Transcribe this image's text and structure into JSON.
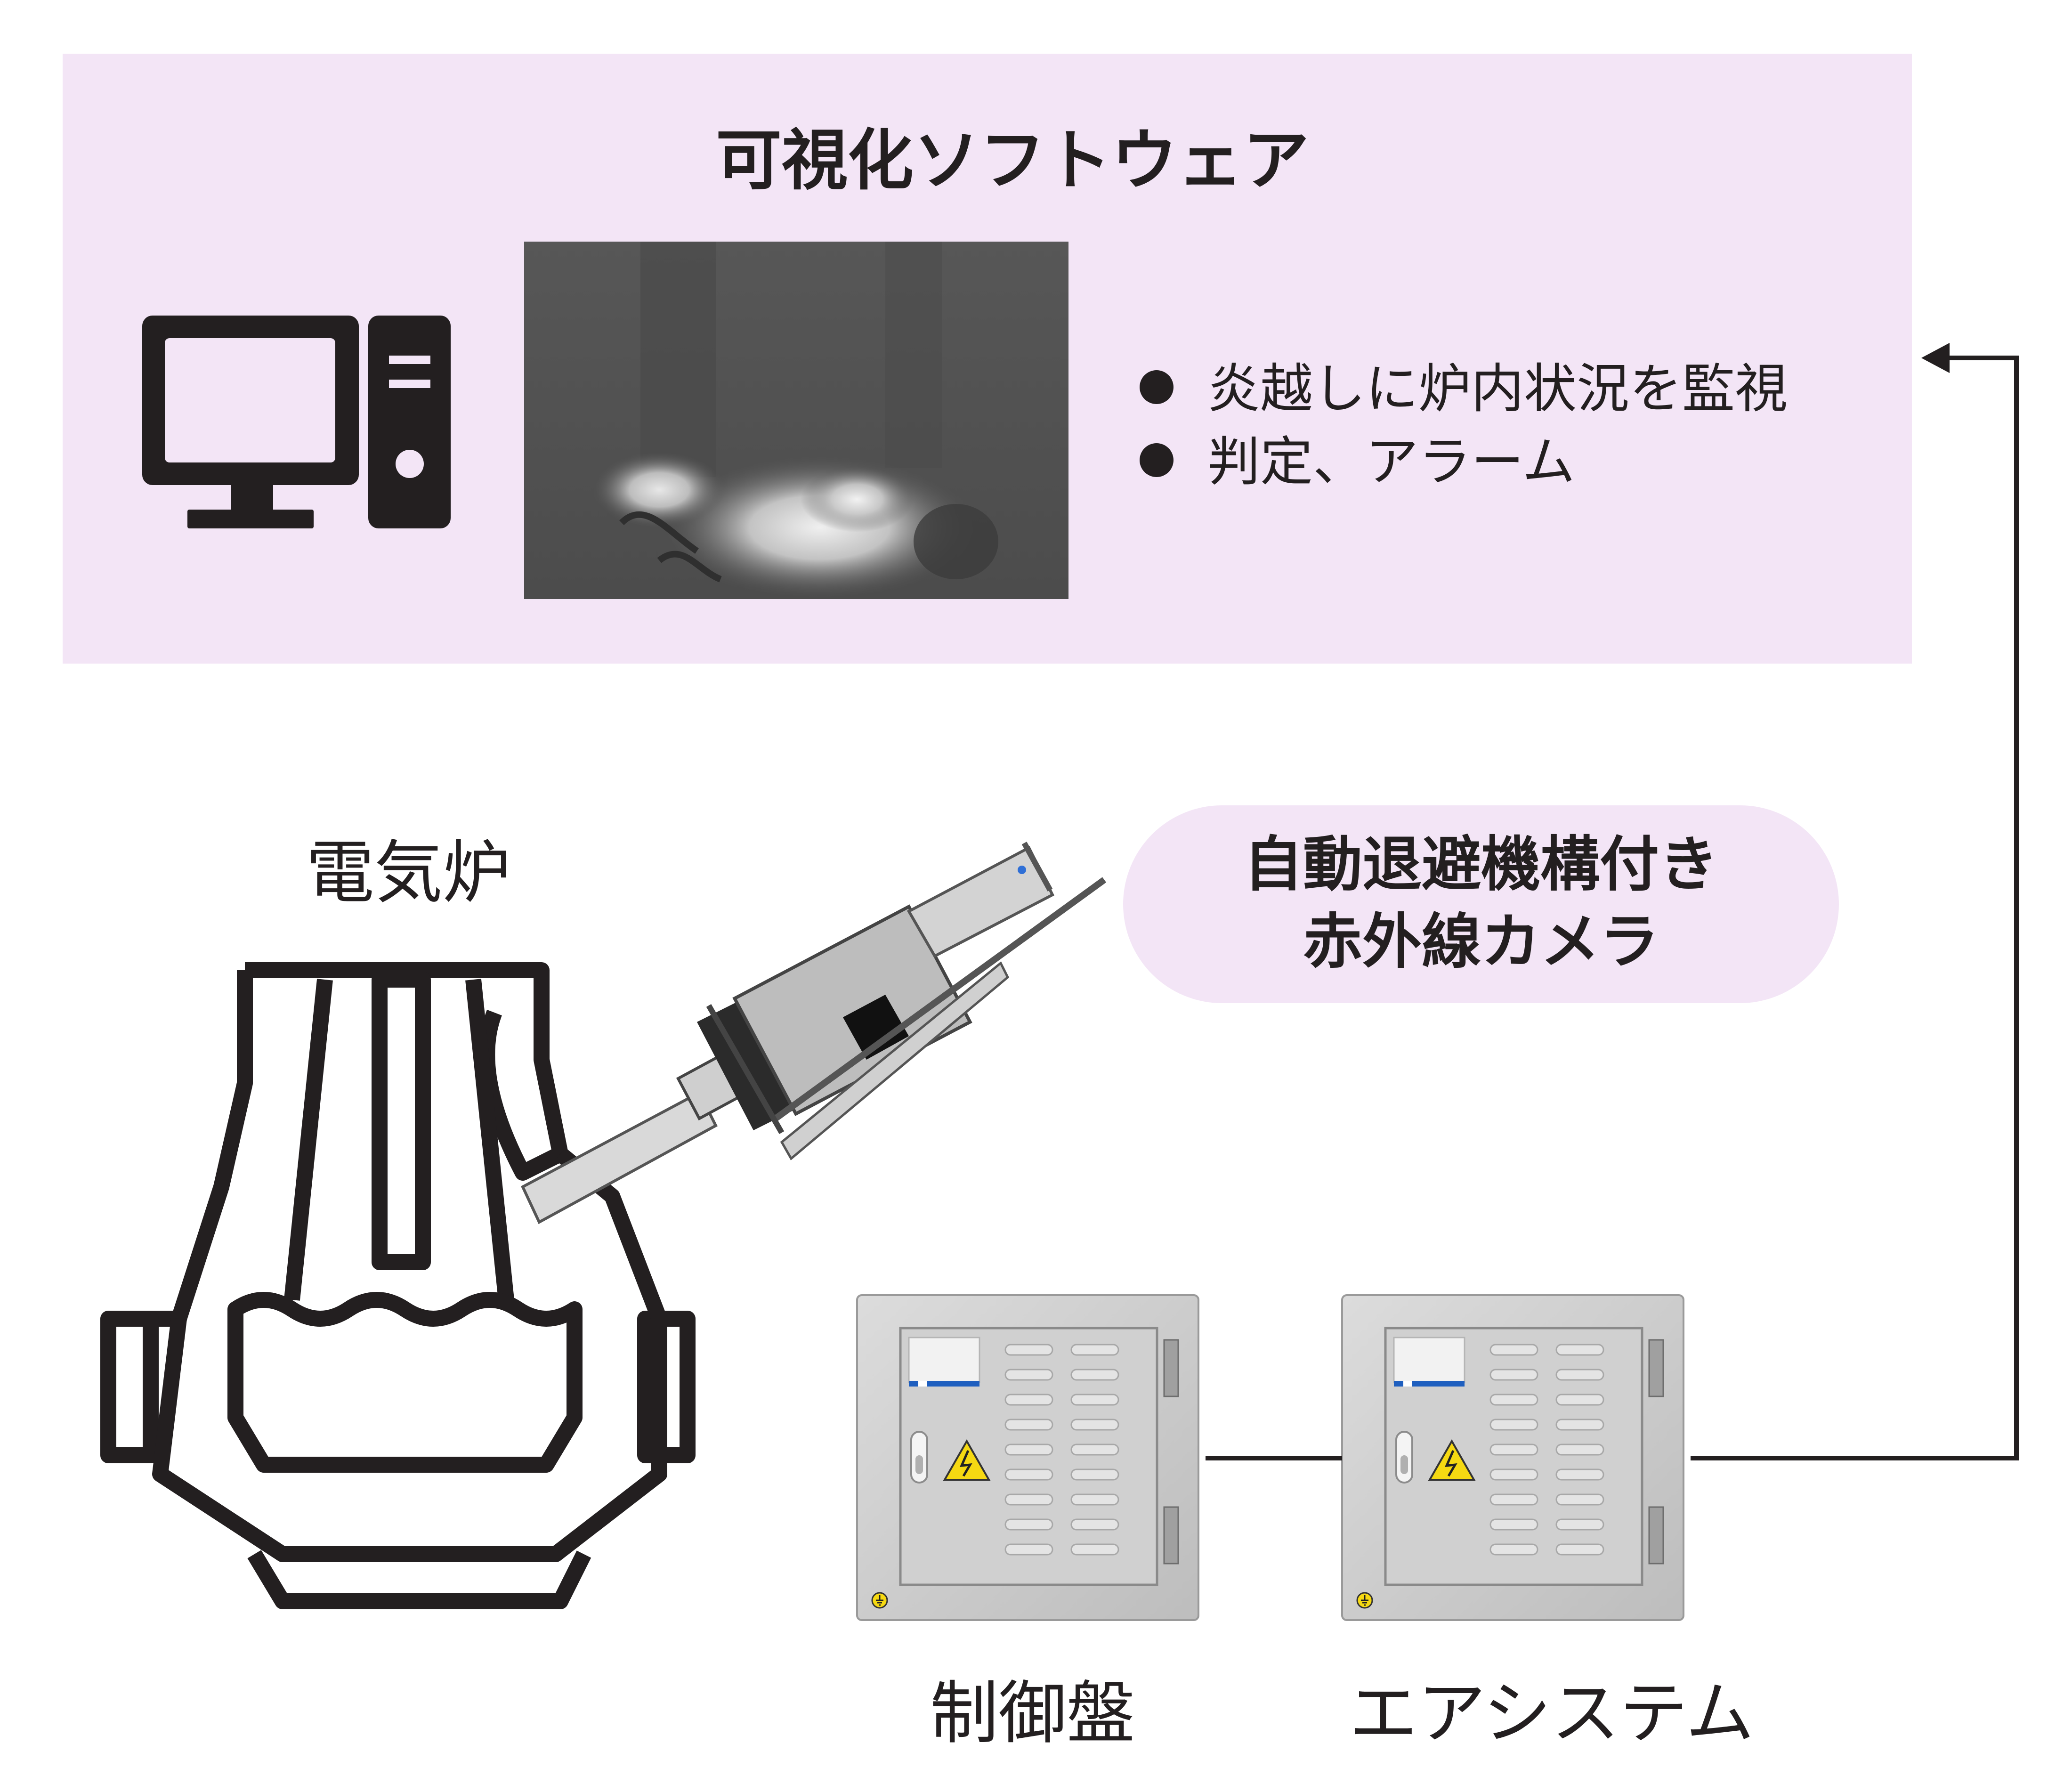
{
  "software": {
    "title": "可視化ソフトウェア",
    "bullets": [
      "炎越しに炉内状況を監視",
      "判定、アラーム"
    ]
  },
  "furnace": {
    "label": "電気炉"
  },
  "camera": {
    "line1": "自動退避機構付き",
    "line2": "赤外線カメラ"
  },
  "control_panel": {
    "label": "制御盤"
  },
  "air_system": {
    "label": "エアシステム"
  },
  "colors": {
    "panel_bg": "#f3e5f6",
    "ink": "#231f20",
    "cabinet": "#d2d2d2",
    "ir_image": "#555555"
  },
  "icons": [
    "desktop-computer-icon",
    "electric-furnace-icon",
    "infrared-camera-icon",
    "cabinet-icon",
    "high-voltage-warning-icon",
    "ground-icon"
  ]
}
